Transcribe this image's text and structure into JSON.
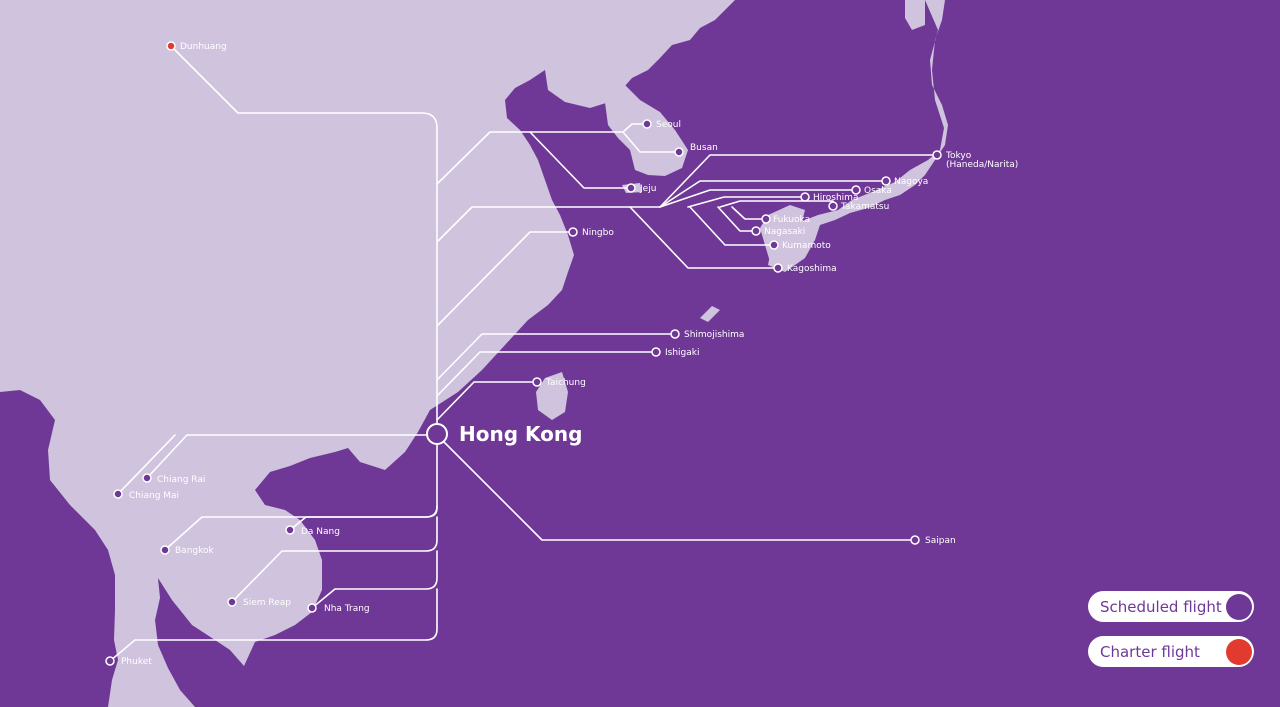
{
  "hub": {
    "name": "Hong Kong"
  },
  "destinations": {
    "dunhuang": "Dunhuang",
    "seoul": "Seoul",
    "busan": "Busan",
    "jeju": "Jeju",
    "tokyo_line1": "Tokyo",
    "tokyo_line2": "(Haneda/Narita)",
    "nagoya": "Nagoya",
    "osaka": "Osaka",
    "hiroshima": "Hiroshima",
    "takamatsu": "Takamatsu",
    "fukuoka": "Fukuoka",
    "nagasaki": "Nagasaki",
    "kumamoto": "Kumamoto",
    "kagoshima": "Kagoshima",
    "ningbo": "Ningbo",
    "shimojishima": "Shimojishima",
    "ishigaki": "Ishigaki",
    "taichung": "Taichung",
    "chiang_rai": "Chiang Rai",
    "chiang_mai": "Chiang Mai",
    "da_nang": "Da Nang",
    "bangkok": "Bangkok",
    "siem_reap": "Siem Reap",
    "nha_trang": "Nha Trang",
    "phuket": "Phuket",
    "saipan": "Saipan"
  },
  "legend": {
    "scheduled": "Scheduled flight",
    "charter": "Charter flight"
  },
  "colors": {
    "sea": "#6f3896",
    "land": "#cfc3de",
    "route": "#ffffff",
    "scheduled": "#6f3896",
    "charter": "#e23a2f"
  }
}
